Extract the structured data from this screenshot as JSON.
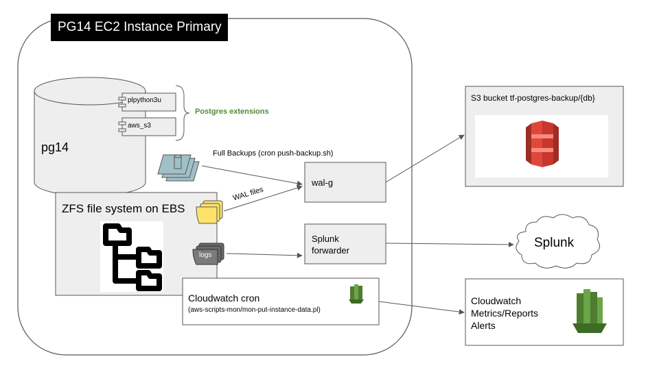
{
  "instance": {
    "title": "PG14 EC2 Instance Primary"
  },
  "database": {
    "name": "pg14",
    "extensions": [
      "plpython3u",
      "aws_s3"
    ],
    "extensions_label": "Postgres extensions"
  },
  "zfs": {
    "label": "ZFS file system on EBS"
  },
  "flows": {
    "full_backups": "Full Backups (cron push-backup.sh)",
    "wal_files": "WAL files",
    "logs": "logs"
  },
  "walg": {
    "label": "wal-g"
  },
  "splunk_forwarder": {
    "line1": "Splunk",
    "line2": "forwarder"
  },
  "cloudwatch_cron": {
    "title": "Cloudwatch cron",
    "path": "(aws-scripts-mon/mon-put-instance-data.pl)"
  },
  "s3": {
    "label": "S3 bucket tf-postgres-backup/{db}"
  },
  "splunk": {
    "label": "Splunk"
  },
  "cloudwatch": {
    "line1": "Cloudwatch",
    "line2": "Metrics/Reports",
    "line3": "Alerts"
  },
  "colors": {
    "box_fill": "#eeeeee",
    "extension_green": "#4e8c35",
    "s3_red": "#e0473b",
    "cloudwatch_green": "#6aa548",
    "file_teal": "#9fc0c5",
    "wal_yellow": "#fde26a",
    "logs_gray": "#6b6b6b"
  },
  "icons": [
    "database-cylinder-icon",
    "full-backup-files-icon",
    "wal-files-icon",
    "logs-files-icon",
    "folder-tree-icon",
    "s3-bucket-icon",
    "splunk-cloud-icon",
    "cloudwatch-icon"
  ]
}
